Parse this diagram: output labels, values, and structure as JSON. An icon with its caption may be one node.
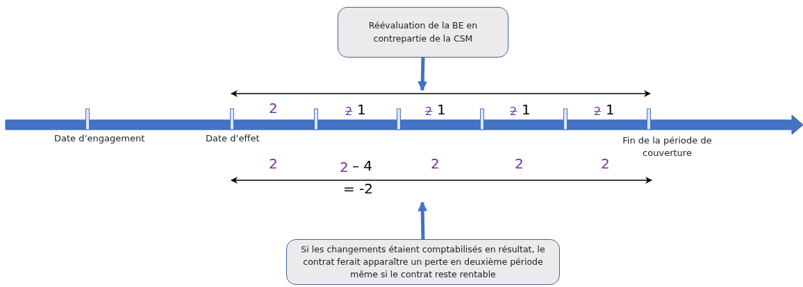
{
  "diagram": {
    "nodes": [
      {
        "text": [
          "Réévaluation de la BE en contrepartie de la CSM"
        ]
      },
      {
        "text": [
          "Si les changements étaient comptabilisés en résultat, le contrat ferait apparaître un perte en deuxième période même si le contrat reste rentable"
        ]
      }
    ],
    "edges": [
      {
        "from": 0,
        "to": null,
        "arrow": "to"
      },
      {
        "from": 1,
        "to": null,
        "arrow": "to"
      }
    ],
    "labels": [
      "2",
      "2",
      "1",
      "2",
      "1",
      "2",
      "1",
      "2",
      "1",
      "Date d’engagement",
      "Date d’effet",
      "Fin de la période de couverture",
      "2",
      "2",
      "– 4",
      "2",
      "2",
      "2",
      "= -2"
    ]
  }
}
